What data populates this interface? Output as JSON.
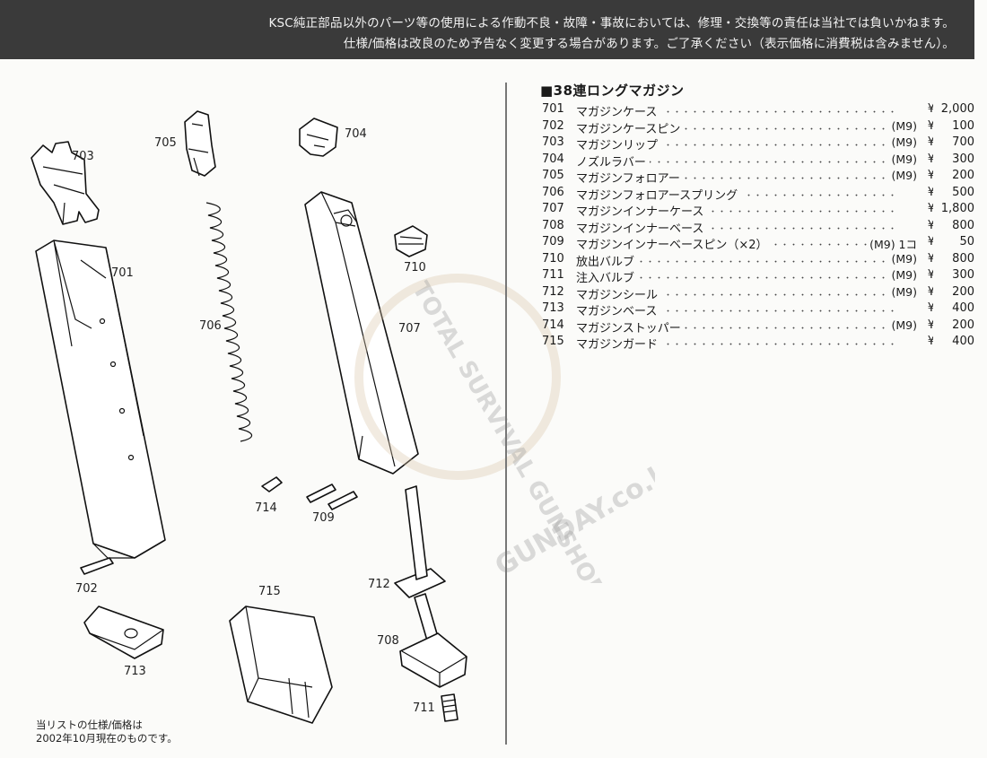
{
  "banner": {
    "line1": "KSC純正部品以外のパーツ等の使用による作動不良・故障・事故においては、修理・交換等の責任は当社では負いかねます。",
    "line2": "仕様/価格は改良のため予告なく変更する場合があります。ご了承ください（表示価格に消費税は含みません）。"
  },
  "section_title": "■38連ロングマガジン",
  "parts": [
    {
      "no": "701",
      "name": "マガジンケース",
      "note": "",
      "yen": "¥",
      "price": "2,000"
    },
    {
      "no": "702",
      "name": "マガジンケースピン",
      "note": "(M9)",
      "yen": "¥",
      "price": "100"
    },
    {
      "no": "703",
      "name": "マガジンリップ",
      "note": "(M9)",
      "yen": "¥",
      "price": "700"
    },
    {
      "no": "704",
      "name": "ノズルラバー",
      "note": "(M9)",
      "yen": "¥",
      "price": "300"
    },
    {
      "no": "705",
      "name": "マガジンフォロアー",
      "note": "(M9)",
      "yen": "¥",
      "price": "200"
    },
    {
      "no": "706",
      "name": "マガジンフォロアースプリング",
      "note": "",
      "yen": "¥",
      "price": "500"
    },
    {
      "no": "707",
      "name": "マガジンインナーケース",
      "note": "",
      "yen": "¥",
      "price": "1,800"
    },
    {
      "no": "708",
      "name": "マガジンインナーベース",
      "note": "",
      "yen": "¥",
      "price": "800"
    },
    {
      "no": "709",
      "name": "マガジンインナーベースピン（×2）",
      "note": "(M9) 1コ",
      "yen": "¥",
      "price": "50"
    },
    {
      "no": "710",
      "name": "放出バルブ",
      "note": "(M9)",
      "yen": "¥",
      "price": "800"
    },
    {
      "no": "711",
      "name": "注入バルブ",
      "note": "(M9)",
      "yen": "¥",
      "price": "300"
    },
    {
      "no": "712",
      "name": "マガジンシール",
      "note": "(M9)",
      "yen": "¥",
      "price": "200"
    },
    {
      "no": "713",
      "name": "マガジンベース",
      "note": "",
      "yen": "¥",
      "price": "400"
    },
    {
      "no": "714",
      "name": "マガジンストッパー",
      "note": "(M9)",
      "yen": "¥",
      "price": "200"
    },
    {
      "no": "715",
      "name": "マガジンガード",
      "note": "",
      "yen": "¥",
      "price": "400"
    }
  ],
  "diagram_labels": {
    "p701": "701",
    "p702": "702",
    "p703": "703",
    "p704": "704",
    "p705": "705",
    "p706": "706",
    "p707": "707",
    "p708": "708",
    "p709": "709",
    "p710": "710",
    "p711": "711",
    "p712": "712",
    "p713": "713",
    "p714": "714",
    "p715": "715"
  },
  "footnote": {
    "line1": "当リストの仕様/価格は",
    "line2": "2002年10月現在のものです。"
  },
  "watermark": {
    "top": "TOTAL SURVIVAL GUNSHOP",
    "bottom": "GUNDAY.co.kr"
  }
}
